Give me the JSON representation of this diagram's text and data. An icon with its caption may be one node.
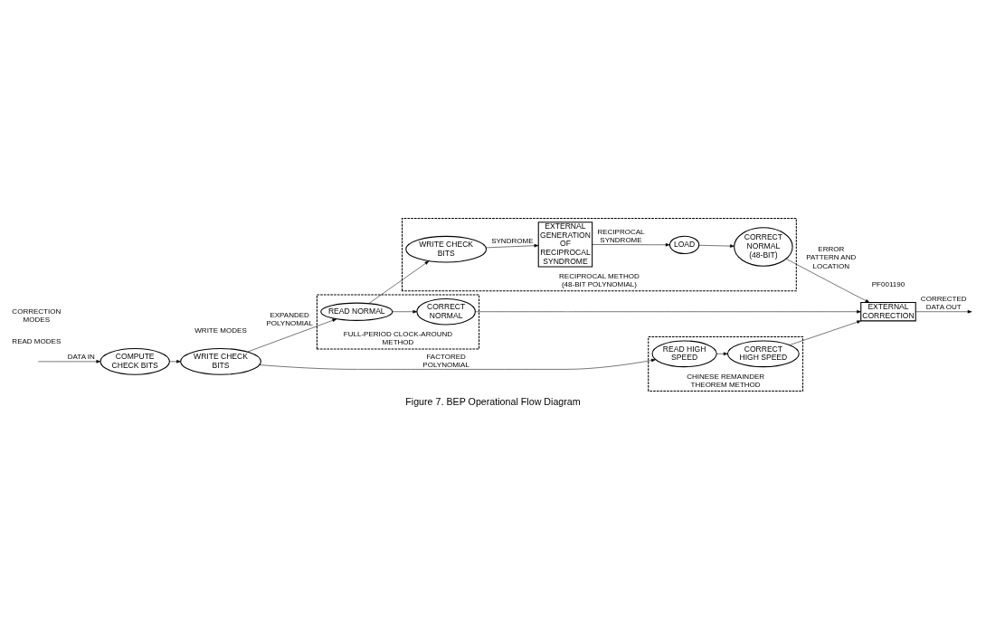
{
  "diagram": {
    "caption": "Figure 7. BEP Operational Flow Diagram",
    "nodes": [
      {
        "text": [
          "COMPUTE CHECK BITS"
        ]
      },
      {
        "text": [
          "WRITE CHECK BITS"
        ]
      },
      {
        "text": [
          "FULL-PERIOD CLOCK-AROUND METHOD"
        ]
      },
      {
        "text": [
          "READ NORMAL"
        ],
        "in": 2
      },
      {
        "text": [
          "CORRECT NORMAL"
        ],
        "in": 2
      },
      {
        "text": [
          "RECIPROCAL METHOD (48-BIT POLYNOMIAL)"
        ]
      },
      {
        "text": [
          "WRITE CHECK BITS"
        ],
        "in": 5
      },
      {
        "text": [
          "EXTERNAL GENERATION OF RECIPROCAL SYNDROME"
        ],
        "in": 5
      },
      {
        "text": [
          "LOAD"
        ],
        "in": 5
      },
      {
        "text": [
          "CORRECT NORMAL (48-BIT)"
        ],
        "in": 5
      },
      {
        "text": [
          "CHINESE REMAINDER THEOREM METHOD"
        ]
      },
      {
        "text": [
          "READ HIGH SPEED"
        ],
        "in": 10
      },
      {
        "text": [
          "CORRECT HIGH SPEED"
        ],
        "in": 10
      },
      {
        "text": [
          "EXTERNAL CORRECTION"
        ]
      }
    ],
    "edges": [
      {
        "from": null,
        "to": 0,
        "arrow": "to",
        "label": "DATA IN"
      },
      {
        "from": 0,
        "to": 1,
        "arrow": "to"
      },
      {
        "from": 1,
        "to": 3,
        "arrow": "to",
        "label": "EXPANDED POLYNOMIAL"
      },
      {
        "from": 1,
        "to": 11,
        "arrow": "to",
        "label": "FACTORED POLYNOMIAL"
      },
      {
        "from": 3,
        "to": 4,
        "arrow": "to"
      },
      {
        "from": 3,
        "to": 6,
        "arrow": "to"
      },
      {
        "from": 6,
        "to": 7,
        "arrow": "to",
        "label": "SYNDROME"
      },
      {
        "from": 7,
        "to": 8,
        "arrow": "to",
        "label": "RECIPROCAL SYNDROME"
      },
      {
        "from": 8,
        "to": 9,
        "arrow": "to"
      },
      {
        "from": 11,
        "to": 12,
        "arrow": "to"
      },
      {
        "from": 4,
        "to": 13,
        "arrow": "to"
      },
      {
        "from": 9,
        "to": 13,
        "arrow": "to",
        "label": "ERROR PATTERN AND LOCATION"
      },
      {
        "from": 12,
        "to": 13,
        "arrow": "to"
      },
      {
        "from": 13,
        "to": null,
        "arrow": "to",
        "label": "CORRECTED DATA OUT"
      }
    ],
    "labels": [
      "WRITE MODES",
      "READ MODES",
      "CORRECTION MODES",
      "PF001190"
    ]
  }
}
